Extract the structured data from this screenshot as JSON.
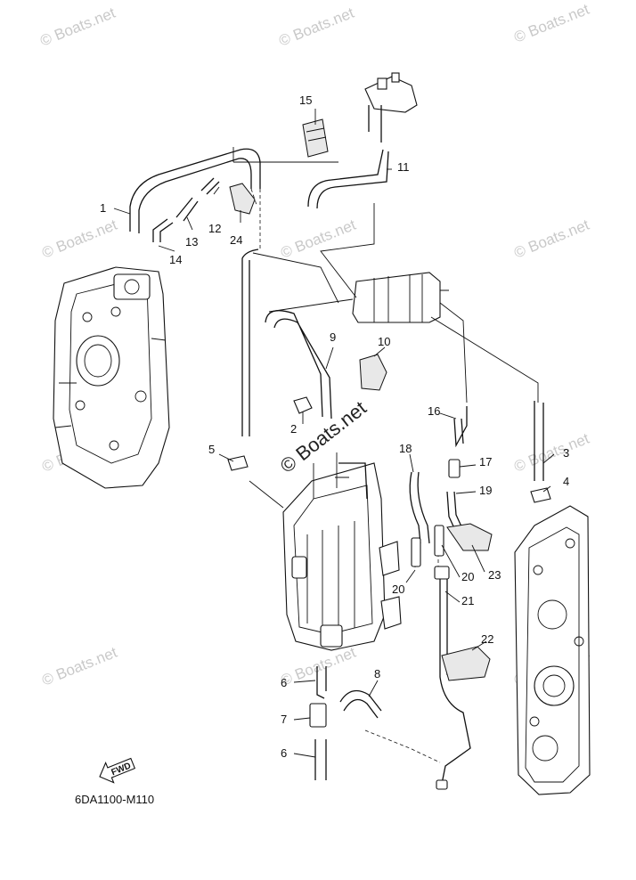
{
  "watermark": "© Boats.net",
  "center_watermark": "© Boats.net",
  "diagram_code": "6DA1100-M110",
  "fwd_label": "FWD",
  "callouts": [
    "1",
    "2",
    "3",
    "4",
    "5",
    "6",
    "6",
    "7",
    "8",
    "9",
    "10",
    "11",
    "12",
    "13",
    "14",
    "15",
    "16",
    "17",
    "18",
    "19",
    "20",
    "20",
    "21",
    "22",
    "23",
    "24"
  ]
}
